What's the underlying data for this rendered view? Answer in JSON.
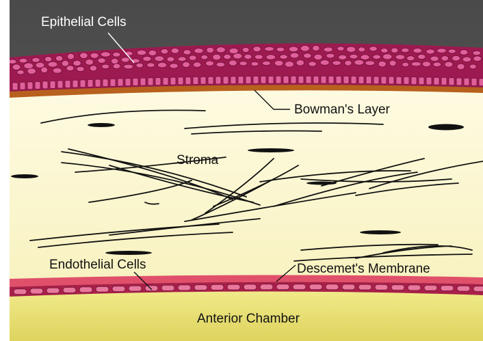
{
  "diagram": {
    "labels": {
      "epithelial_cells": "Epithelial Cells",
      "bowmans_layer": "Bowman's Layer",
      "stroma": "Stroma",
      "endothelial_cells": "Endothelial Cells",
      "descemets_membrane": "Descemet's Membrane",
      "anterior_chamber": "Anterior Chamber"
    },
    "colors": {
      "background": "#555555",
      "epithelium": "#9c1a4f",
      "epithelial_cell": "#e0609c",
      "bowmans_layer": "#b8601e",
      "stroma": "#fbf7d2",
      "descemets_membrane": "#e0506a",
      "endothelium": "#a82048",
      "endothelial_cell": "#e8789c",
      "anterior_chamber": "#ece47c",
      "fibers": "#111111"
    }
  }
}
